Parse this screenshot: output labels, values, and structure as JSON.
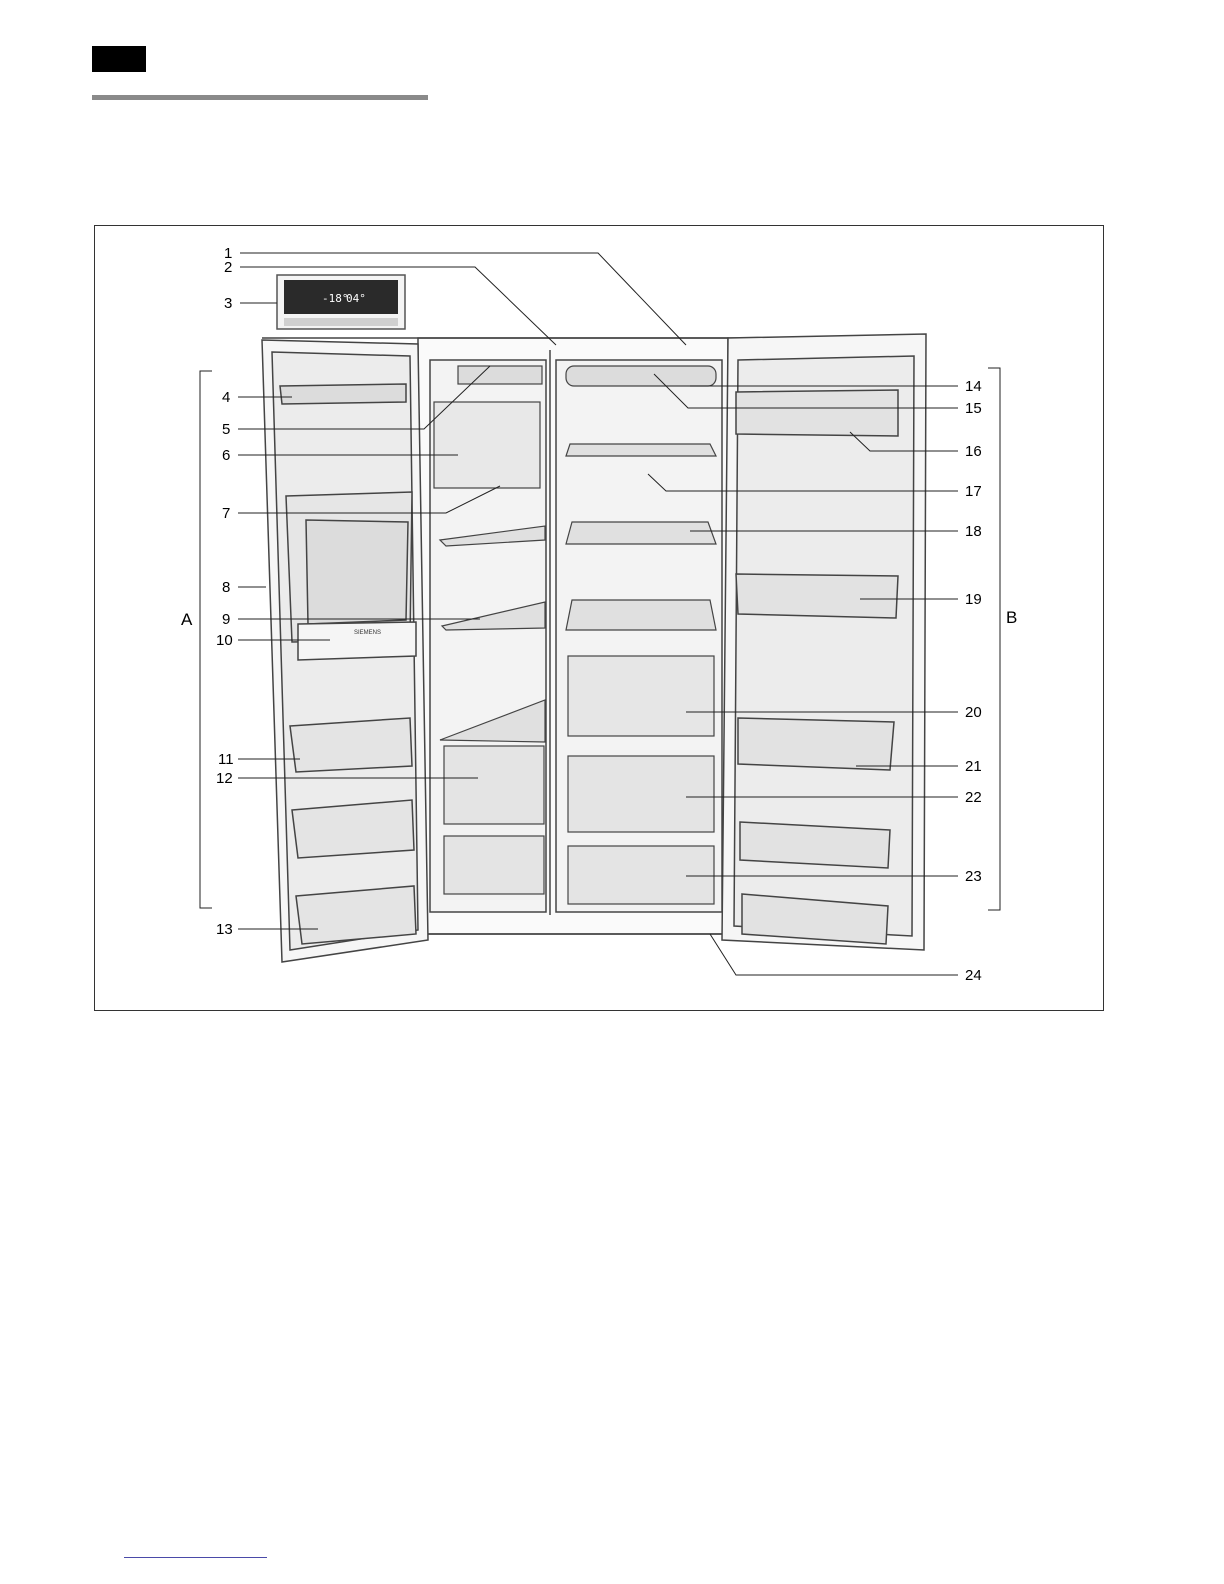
{
  "callouts": [
    {
      "n": "1"
    },
    {
      "n": "2"
    },
    {
      "n": "3"
    },
    {
      "n": "4"
    },
    {
      "n": "5"
    },
    {
      "n": "6"
    },
    {
      "n": "7"
    },
    {
      "n": "8"
    },
    {
      "n": "9"
    },
    {
      "n": "10"
    },
    {
      "n": "11"
    },
    {
      "n": "12"
    },
    {
      "n": "13"
    },
    {
      "n": "14"
    },
    {
      "n": "15"
    },
    {
      "n": "16"
    },
    {
      "n": "17"
    },
    {
      "n": "18"
    },
    {
      "n": "19"
    },
    {
      "n": "20"
    },
    {
      "n": "21"
    },
    {
      "n": "22"
    },
    {
      "n": "23"
    },
    {
      "n": "24"
    }
  ],
  "sections": {
    "left": "A",
    "right": "B"
  },
  "display": {
    "freezer_temp": "-18°",
    "fridge_temp": "04°"
  },
  "dispenser_brand": "SIEMENS",
  "colors": {
    "rule_gray": "#8a8a8a",
    "tag_black": "#000000",
    "footer_link": "#4a4aa8"
  }
}
